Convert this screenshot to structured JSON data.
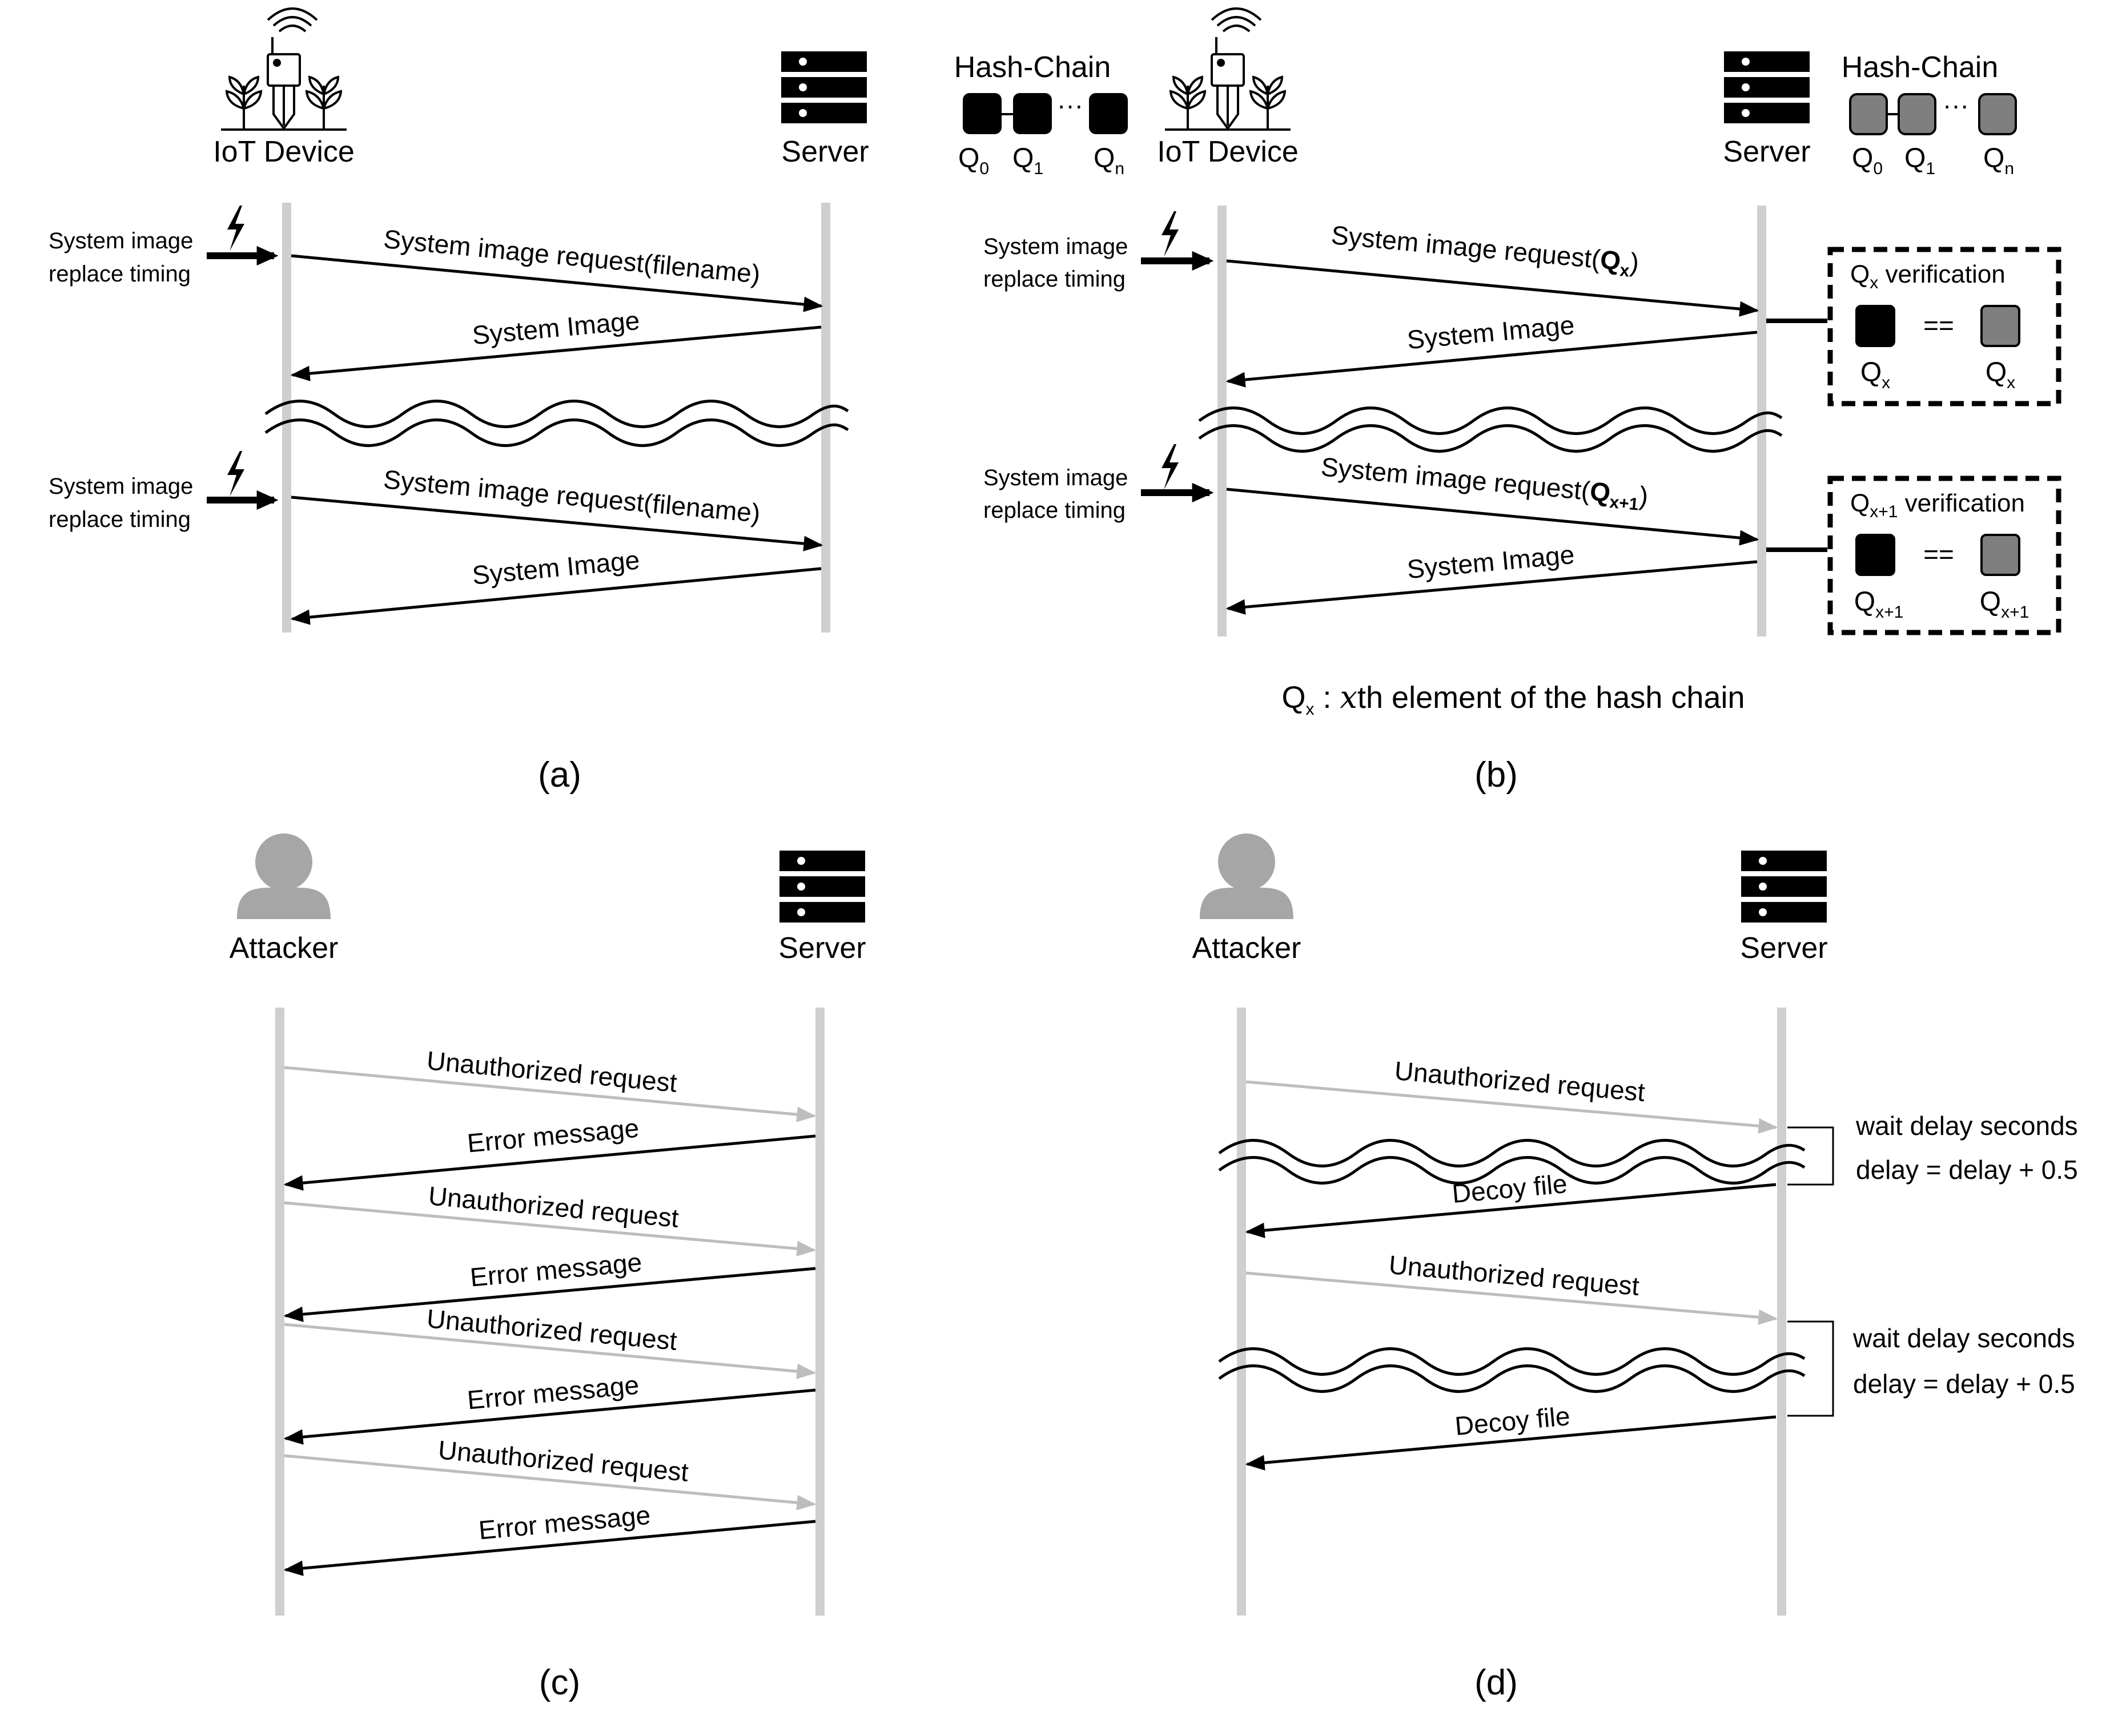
{
  "panel_a": {
    "device_label": "IoT Device",
    "server_label": "Server",
    "trigger_label_1": "System image",
    "trigger_label_2": "replace timing",
    "request_label": "System image request(filename)",
    "response_label": "System Image",
    "caption": "(a)"
  },
  "panel_b": {
    "device_label": "IoT Device",
    "server_label": "Server",
    "hash_chain_label": "Hash-Chain",
    "q0": "Q",
    "q0_sub": "0",
    "q1": "Q",
    "q1_sub": "1",
    "qn": "Q",
    "qn_sub": "n",
    "ellipsis": "···",
    "trigger_label_1": "System image",
    "trigger_label_2": "replace timing",
    "request1_prefix": "System image request(",
    "request1_q": "Q",
    "request1_sub": "x",
    "request1_suffix": ")",
    "request2_prefix": "System image request(",
    "request2_q": "Q",
    "request2_sub": "x+1",
    "request2_suffix": ")",
    "response_label": "System Image",
    "verify1_q": "Q",
    "verify1_sub": "x",
    "verify1_text": " verification",
    "verify2_q": "Q",
    "verify2_sub": "x+1",
    "verify2_text": " verification",
    "equals": "==",
    "legend_q": "Q",
    "legend_sub": "x",
    "legend_colon": " : ",
    "legend_x": "x",
    "legend_text": "th element of the hash chain",
    "caption": "(b)"
  },
  "panel_c": {
    "attacker_label": "Attacker",
    "server_label": "Server",
    "request_label": "Unauthorized request",
    "error_label": "Error message",
    "caption": "(c)"
  },
  "panel_d": {
    "attacker_label": "Attacker",
    "server_label": "Server",
    "request_label": "Unauthorized request",
    "decoy_label": "Decoy file",
    "wait_label": "wait delay seconds",
    "delay_label": "delay = delay + 0.5",
    "caption": "(d)"
  },
  "colors": {
    "lifeline": "#cfcfcf",
    "arrow_dark": "#000000",
    "arrow_light": "#bdbdbd",
    "chain_dark": "#000000",
    "chain_grey": "#7f7f7f",
    "person": "#a6a6a6"
  },
  "icons": [
    "iot-device-icon",
    "server-icon",
    "attacker-icon",
    "lightning-icon"
  ]
}
